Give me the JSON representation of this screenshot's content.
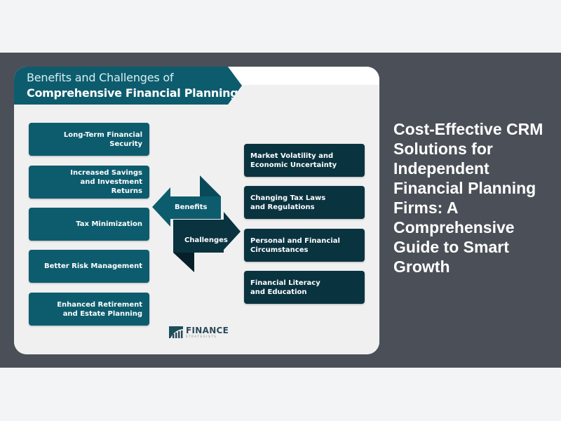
{
  "infographic": {
    "title_line1": "Benefits and Challenges of",
    "title_line2": "Comprehensive Financial Planning",
    "benefits": [
      "Long-Term Financial Security",
      "Increased Savings and Investment Returns",
      "Tax Minimization",
      "Better Risk Management",
      "Enhanced Retirement and Estate Planning"
    ],
    "challenges": [
      "Market Volatility and Economic Uncertainty",
      "Changing Tax Laws and Regulations",
      "Personal and Financial Circumstances",
      "Financial Literacy and Education"
    ],
    "arrow_benefits_label": "Benefits",
    "arrow_challenges_label": "Challenges",
    "logo_name": "FINANCE",
    "logo_sub": "STRATEGISTS"
  },
  "headline": "Cost-Effective CRM Solutions for Independent Financial Planning Firms: A Comprehensive Guide to Smart Growth",
  "colors": {
    "page_bg": "#f3f4f6",
    "band_bg": "#4b5058",
    "benefit_teal": "#0d5c6e",
    "challenge_dark": "#0a3340",
    "headline_text": "#ffffff"
  }
}
